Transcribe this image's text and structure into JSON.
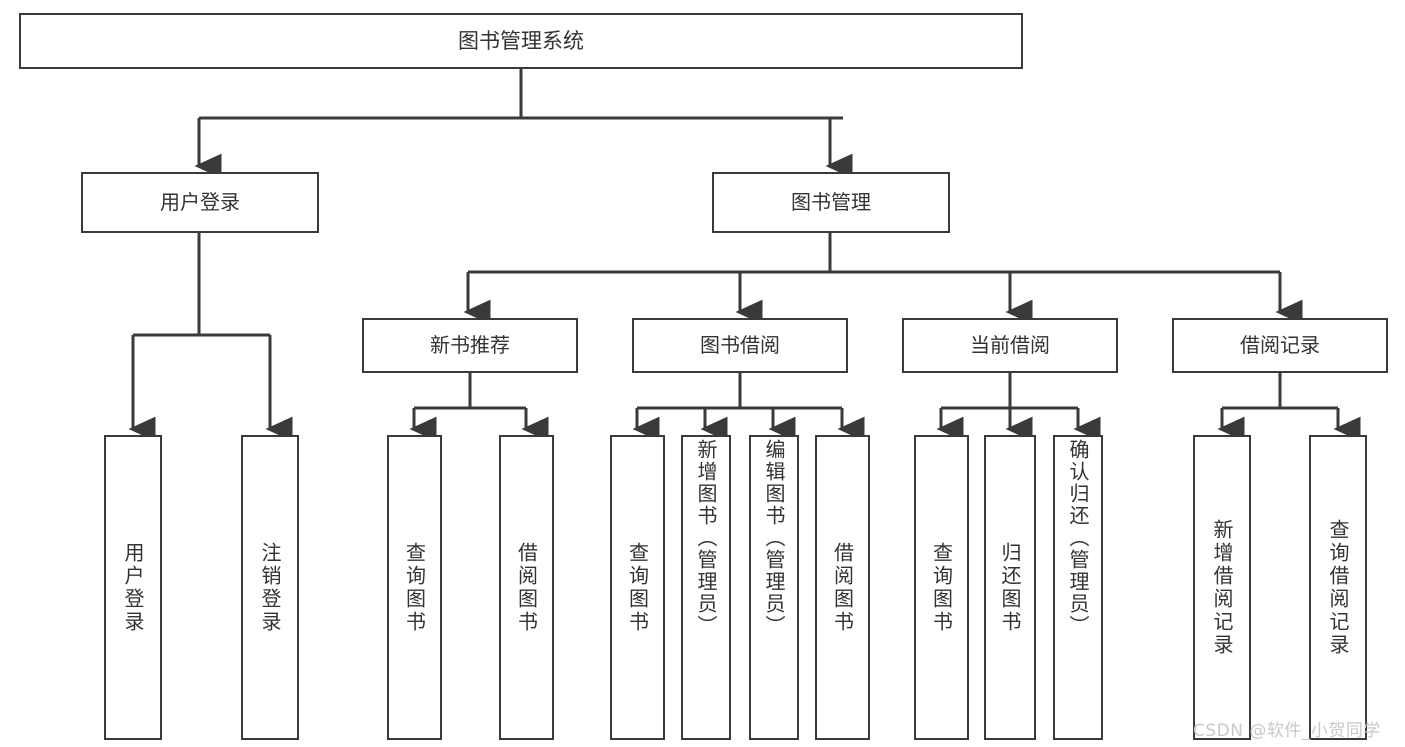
{
  "diagram": {
    "type": "tree",
    "title": "图书管理系统",
    "root": {
      "label": "图书管理系统"
    },
    "level1": [
      {
        "label": "用户登录"
      },
      {
        "label": "图书管理"
      }
    ],
    "level2": [
      {
        "label": "新书推荐"
      },
      {
        "label": "图书借阅"
      },
      {
        "label": "当前借阅"
      },
      {
        "label": "借阅记录"
      }
    ],
    "leaves": {
      "user_login": [
        {
          "label": "用户登录"
        },
        {
          "label": "注销登录"
        }
      ],
      "new_book": [
        {
          "label": "查询图书"
        },
        {
          "label": "借阅图书"
        }
      ],
      "book_borrow": [
        {
          "label": "查询图书"
        },
        {
          "label": "新增图书（管理员）"
        },
        {
          "label": "编辑图书（管理员）"
        },
        {
          "label": "借阅图书"
        }
      ],
      "current_borrow": [
        {
          "label": "查询图书"
        },
        {
          "label": "归还图书"
        },
        {
          "label": "确认归还（管理员）"
        }
      ],
      "borrow_record": [
        {
          "label": "新增借阅记录"
        },
        {
          "label": "查询借阅记录"
        }
      ]
    }
  },
  "watermark": {
    "text": "CSDN @软件_小贺同学"
  },
  "colors": {
    "stroke": "#3a3a3a",
    "text": "#333333",
    "background": "#ffffff",
    "watermark": "#c9c9c9"
  }
}
